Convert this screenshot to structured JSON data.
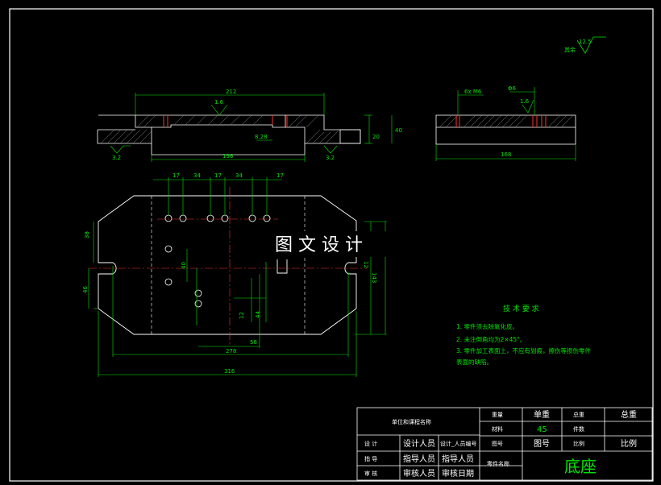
{
  "watermark": "图 文 设 计",
  "roughness": {
    "default_value": "12.5",
    "default_label": "其余"
  },
  "top_view": {
    "dims": {
      "overall_width": "212",
      "roughness_slot": "1.6",
      "height_40": "40",
      "height_20": "20",
      "bottom_width": "196",
      "slot_dim": "8.28",
      "rough_left": "3.2",
      "rough_right": "3.2"
    }
  },
  "side_view": {
    "dims": {
      "hole_spec": "6x M6",
      "hole_phi": "Φ6",
      "rough": "1.6",
      "width": "168"
    }
  },
  "plan_view": {
    "dims": {
      "spacing_top": [
        "17",
        "34",
        "17",
        "34",
        "17"
      ],
      "left_38": "38",
      "left_46": "46",
      "dim_40": "40",
      "dim_12": "12",
      "dim_44": "44",
      "dim_58": "58",
      "right_143": "143",
      "right_12": "12",
      "width_278": "278",
      "width_316": "316"
    }
  },
  "tech_requirements": {
    "title": "技 术 要 求",
    "items": [
      "1. 零件须去除氧化皮。",
      "2. 未注倒角均为2×45°。",
      "3. 零件加工表面上，不应有划痕，擦伤等损伤零件",
      "   表面的缺陷。"
    ]
  },
  "title_block": {
    "unit_name": "单位和课程名称",
    "weight_small": "重量",
    "material_small": "材料",
    "single_weight": "单重",
    "total_small": "总重",
    "total_weight": "总重",
    "material_value": "45",
    "parts_small": "件数",
    "designer_label": "设 计",
    "designer": "设计人员",
    "designer_id": "设计_人员编号",
    "drawing_no_small": "图号",
    "drawing_no": "图号",
    "scale_small": "比例",
    "scale": "比例",
    "guide_label": "指 导",
    "guide": "指导人员",
    "guide2": "指导人员",
    "part_name_small": "零件名称",
    "part_name": "底座",
    "review_label": "审 核",
    "reviewer": "审核人员",
    "review_date": "审核日期"
  }
}
